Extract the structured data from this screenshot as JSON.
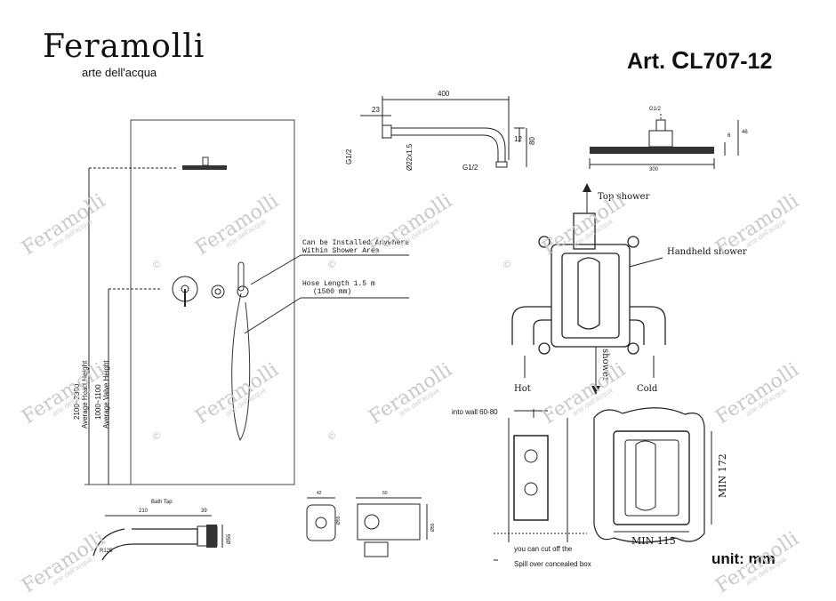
{
  "header": {
    "brand": "Feramolli",
    "tagline": "arte dell'acqua",
    "article_prefix": "Art. ",
    "article_bold": "C",
    "article_code": "L707-12"
  },
  "install_view": {
    "label_install_anywhere_1": "Can be Installed Anywhere",
    "label_install_anywhere_2": "Within Shower Area",
    "label_hose_1": "Hose Length 1.5 m",
    "label_hose_2": "(1500 mm)",
    "head_height_value": "2100~2300",
    "head_height_label": "Average Head Height",
    "valve_height_value": "1000~1100",
    "valve_height_label": "Average Valve Height"
  },
  "arm_drawing": {
    "length": "400",
    "offset": "23",
    "drop_small": "12",
    "drop": "80",
    "thread_left": "G1/2",
    "diameter": "Ø22x1.5",
    "thread_bottom": "G1/2"
  },
  "head_drawing": {
    "thread": "G1/2",
    "width": "300",
    "thickness": "6",
    "height": "46"
  },
  "valve_box": {
    "top_shower": "Top shower",
    "handheld_shower": "Handheld shower",
    "shower": "shower",
    "hot": "Hot",
    "cold": "Cold"
  },
  "wall_section": {
    "into_wall": "into wall 60-80",
    "cut_off": "you can cut off the",
    "spill_over": "Spill over concealed box"
  },
  "box_front": {
    "min_height": "MIN 172",
    "min_width": "MIN 115"
  },
  "bath_tap": {
    "title": "Bath Tap",
    "length": "210",
    "depth": "39",
    "radius": "R125",
    "diameter": "Ø55"
  },
  "holder": {
    "dim_a": "42",
    "dim_b": "60",
    "dim_c": "Ø55",
    "dim_d": "Ø55"
  },
  "footer": {
    "unit": "unit: mm"
  },
  "watermark": {
    "text": "Feramolli",
    "sub": "arte dell'acqua",
    "copyright": "©"
  }
}
